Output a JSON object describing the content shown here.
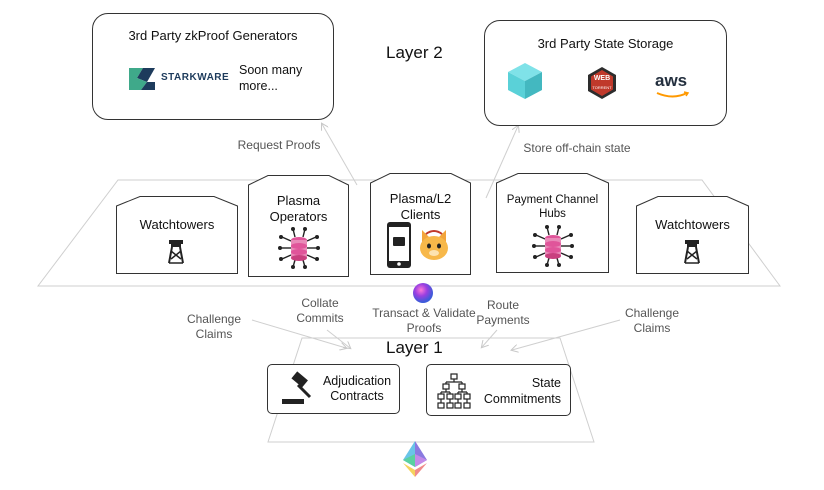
{
  "layer2": {
    "title": "Layer 2",
    "zkproof": {
      "title": "3rd Party zkProof Generators",
      "starkware": "STARKWARE",
      "soon": "Soon many more..."
    },
    "storage": {
      "title": "3rd Party State Storage",
      "web_torrent": [
        "WEB",
        "TORRENT"
      ],
      "aws": "aws"
    },
    "edge_labels": {
      "request_proofs": "Request Proofs",
      "store_offchain": "Store off-chain state"
    },
    "nodes": [
      {
        "label": "Watchtowers"
      },
      {
        "label": "Plasma Operators"
      },
      {
        "label": "Plasma/L2 Clients"
      },
      {
        "label": "Payment Channel Hubs"
      },
      {
        "label": "Watchtowers"
      }
    ]
  },
  "links": {
    "challenge_left": "Challenge Claims",
    "collate": "Collate Commits",
    "transact": "Transact & Validate Proofs",
    "route": "Route Payments",
    "challenge_right": "Challenge Claims"
  },
  "layer1": {
    "title": "Layer 1",
    "adjudication": "Adjudication Contracts",
    "state": "State Commitments"
  },
  "colors": {
    "starkware_green": "#3fa98a",
    "starkware_dark": "#1d3b5c",
    "webtorrent_red": "#c0392b",
    "aws_orange": "#ff9900",
    "cube_teal": "#5ad1d8",
    "operator_pink": "#e0559a",
    "eth_blue": "#6a8fd8"
  },
  "icons": [
    "watchtower-icon",
    "plasma-operator-icon",
    "wallet-icon",
    "phone-icon",
    "cat-icon",
    "gavel-icon",
    "merkle-tree-icon",
    "cube-icon",
    "ethereum-icon",
    "polygon-orb-icon"
  ]
}
